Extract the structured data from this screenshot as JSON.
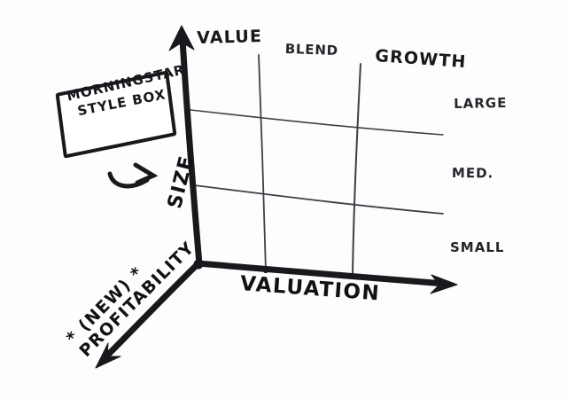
{
  "diagram": {
    "title": "Morningstar Style Box hand-drawn 3D axes sketch",
    "callout": {
      "name": "morningstar-style-box-callout",
      "line1": "MORNINGSTAR",
      "line2": "STYLE BOX",
      "arrow_icon": "curved-arrow-icon"
    },
    "axes": [
      {
        "id": "size",
        "label": "SIZE",
        "orientation": "vertical",
        "arrow_icon": "arrow-up-icon"
      },
      {
        "id": "valuation",
        "label": "VALUATION",
        "orientation": "horizontal",
        "arrow_icon": "arrow-right-icon"
      },
      {
        "id": "profitability",
        "label_line1": "* (NEW) *",
        "label_line2": "PROFITABILITY",
        "orientation": "diagonal-depth",
        "arrow_icon": "arrow-down-left-icon"
      }
    ],
    "column_headers": [
      {
        "label": "VALUE",
        "weight": "marker"
      },
      {
        "label": "BLEND",
        "weight": "pen"
      },
      {
        "label": "GROWTH",
        "weight": "marker"
      }
    ],
    "row_labels": [
      {
        "label": "LARGE"
      },
      {
        "label": "MED."
      },
      {
        "label": "SMALL"
      }
    ],
    "colors": {
      "ink": "#17191c",
      "grid_ink": "#3a3d44",
      "paper": "#fdfdfd"
    }
  },
  "chart_data": {
    "type": "table",
    "title": "Morningstar Style Box",
    "xlabel": "VALUATION",
    "ylabel": "SIZE",
    "zlabel": "* (NEW) * PROFITABILITY",
    "columns": [
      "VALUE",
      "BLEND",
      "GROWTH"
    ],
    "rows": [
      "LARGE",
      "MED.",
      "SMALL"
    ],
    "grid": true,
    "cells": [
      [
        "",
        "",
        ""
      ],
      [
        "",
        "",
        ""
      ],
      [
        "",
        "",
        ""
      ]
    ]
  }
}
